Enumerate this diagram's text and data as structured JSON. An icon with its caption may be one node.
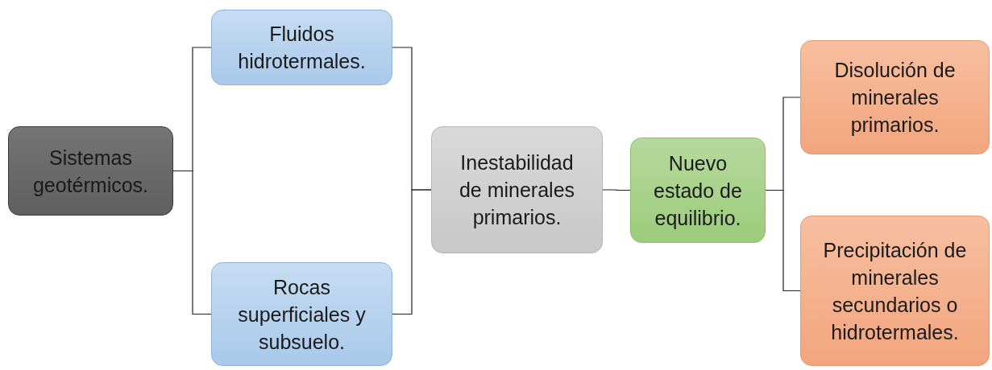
{
  "diagram": {
    "nodes": [
      {
        "text": [
          "Sistemas geotérmicos."
        ]
      },
      {
        "text": [
          "Fluidos hidrotermales."
        ]
      },
      {
        "text": [
          "Rocas superficiales y subsuelo."
        ]
      },
      {
        "text": [
          "Inestabilidad de minerales primarios."
        ]
      },
      {
        "text": [
          "Nuevo estado de equilibrio."
        ]
      },
      {
        "text": [
          "Disolución de minerales primarios."
        ]
      },
      {
        "text": [
          "Precipitación de minerales secundarios o hidrotermales."
        ]
      }
    ],
    "edges": [
      {
        "from": 0,
        "to": 1,
        "arrow": "none"
      },
      {
        "from": 0,
        "to": 2,
        "arrow": "none"
      },
      {
        "from": 1,
        "to": 3,
        "arrow": "none"
      },
      {
        "from": 2,
        "to": 3,
        "arrow": "none"
      },
      {
        "from": 3,
        "to": 4,
        "arrow": "none"
      },
      {
        "from": 4,
        "to": 5,
        "arrow": "none"
      },
      {
        "from": 4,
        "to": 6,
        "arrow": "none"
      }
    ]
  }
}
